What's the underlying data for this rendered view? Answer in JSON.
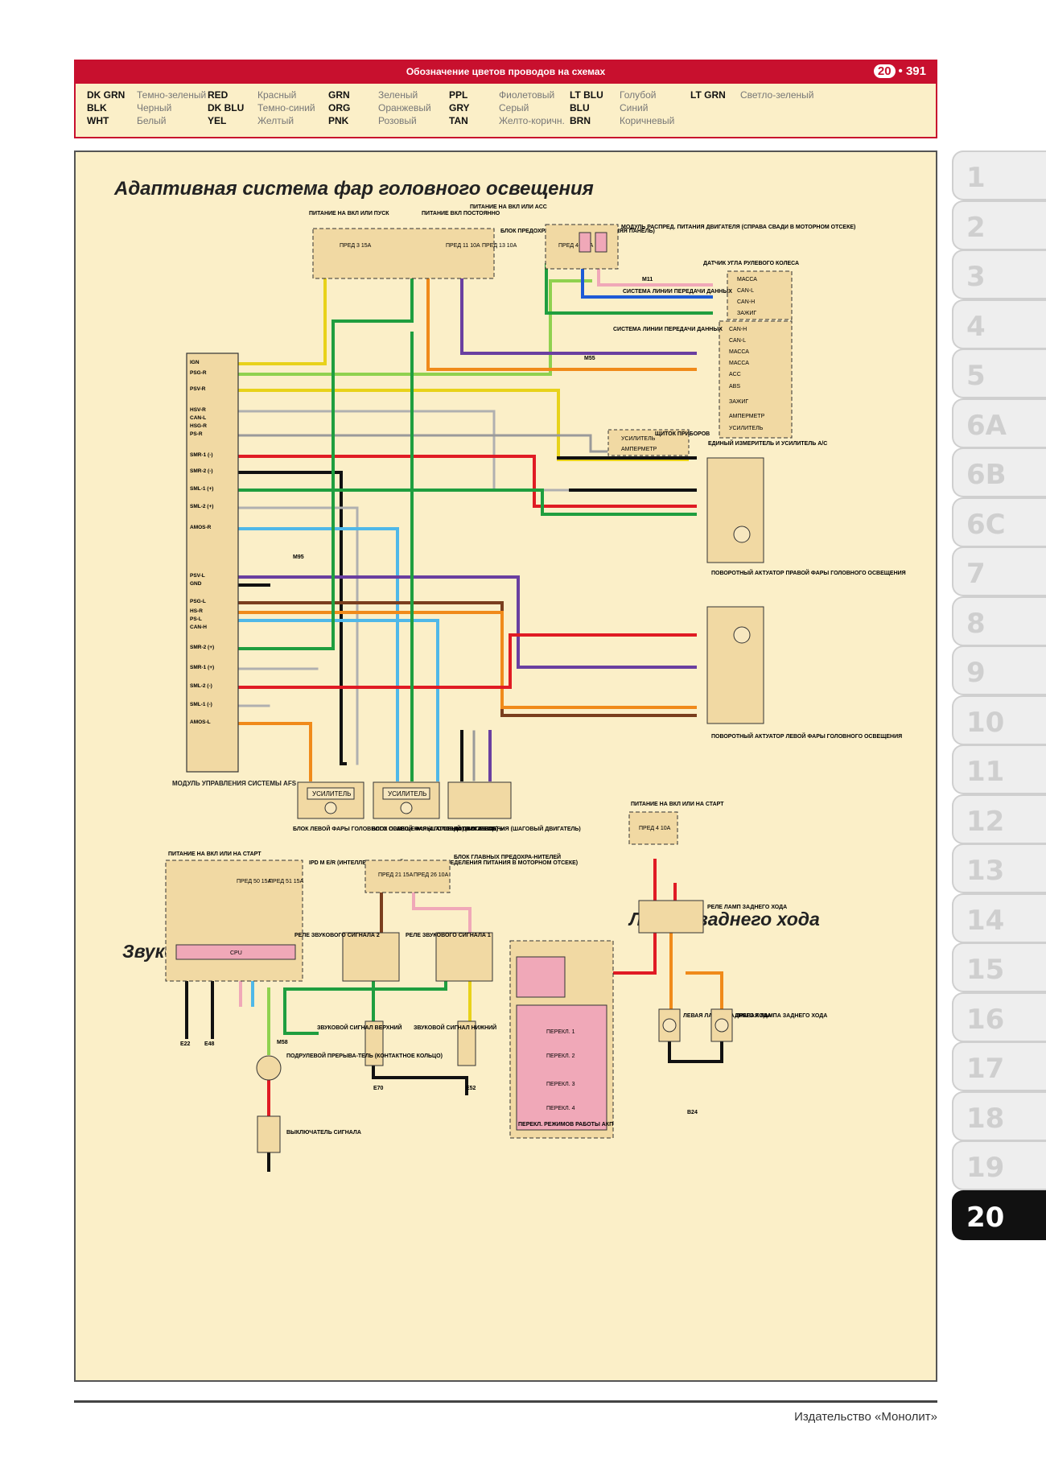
{
  "header": {
    "title": "Обозначение цветов проводов на схемах",
    "chapter": "20",
    "page": "391"
  },
  "legend": [
    {
      "code": "DK GRN",
      "name": "Темно-зеленый"
    },
    {
      "code": "BLK",
      "name": "Черный"
    },
    {
      "code": "WHT",
      "name": "Белый"
    },
    {
      "code": "RED",
      "name": "Красный"
    },
    {
      "code": "DK BLU",
      "name": "Темно-синий"
    },
    {
      "code": "YEL",
      "name": "Желтый"
    },
    {
      "code": "GRN",
      "name": "Зеленый"
    },
    {
      "code": "ORG",
      "name": "Оранжевый"
    },
    {
      "code": "PNK",
      "name": "Розовый"
    },
    {
      "code": "PPL",
      "name": "Фиолетовый"
    },
    {
      "code": "GRY",
      "name": "Серый"
    },
    {
      "code": "TAN",
      "name": "Желто-коричн."
    },
    {
      "code": "LT BLU",
      "name": "Голубой"
    },
    {
      "code": "BLU",
      "name": "Синий"
    },
    {
      "code": "BRN",
      "name": "Коричневый"
    },
    {
      "code": "LT GRN",
      "name": "Светло-зеленый"
    }
  ],
  "sections": {
    "afs": "Адаптивная система фар головного освещения",
    "horn": "Звуковой сигнал",
    "reverse": "Лампы заднего хода"
  },
  "afs_module": {
    "pins": [
      "IGN",
      "PSG-R",
      "PSV-R",
      "HSV-R",
      "CAN-L",
      "HSG-R",
      "PS-R",
      "SMR-1 (-)",
      "SMR-2 (-)",
      "SML-1 (+)",
      "SML-2 (+)",
      "AMOS-R",
      "PSV-L",
      "GND",
      "PSG-L",
      "HS-R",
      "PS-L",
      "CAN-H",
      "SMR-2 (+)",
      "SMR-1 (+)",
      "SML-2 (-)",
      "SML-1 (-)",
      "AMOS-L"
    ],
    "caption": "МОДУЛЬ УПРАВЛЕНИЯ СИСТЕМЫ AFS"
  },
  "labels": {
    "power_ign_start": "ПИТАНИЕ НА ВКЛ ИЛИ ПУСК",
    "power_const": "ПИТАНИЕ ВКЛ ПОСТОЯННО",
    "power_ign_acc": "ПИТАНИЕ НА ВКЛ ИЛИ АСС",
    "fuse_block": "БЛОК ПРЕДОХРА-НИТЕЛЕЙ (ЛЕВАЯ НИЖНЯЯ ПАНЕЛЬ)",
    "fuse_a": "ПРЕД 3 15A",
    "fuse_b": "ПРЕД 11 10A",
    "fuse_c": "ПРЕД 13 10A",
    "fuse_d": "ПРЕД 46 10A",
    "ecm_module": "МОДУЛЬ РАСПРЕД. ПИТАНИЯ ДВИГАТЕЛЯ (СПРАВА СВАДИ В МОТОРНОМ ОТСЕКЕ)",
    "steer_sensor": "ДАТЧИК УГЛА РУЛЕВОГО КОЛЕСА",
    "can_system": "СИСТЕМА ЛИНИИ ПЕРЕДАЧИ ДАННЫХ",
    "massa": "МАССА",
    "can_l": "CAN-L",
    "can_h": "CAN-H",
    "acc": "ACC",
    "abs": "ABS",
    "ignition": "ЗАЖИГ",
    "amplifier": "УСИЛИТЕЛЬ",
    "ammeter": "АМПЕРМЕТР",
    "shield": "ЩИТОК ПРИБОРОВ",
    "unified_meter": "ЕДИНЫЙ ИЗМЕРИТЕЛЬ И УСИЛИТЕЛЬ А/С",
    "right_actuator": "ПОВОРОТНЫЙ АКТУАТОР ПРАВОЙ ФАРЫ ГОЛОВНОГО ОСВЕЩЕНИЯ",
    "left_actuator": "ПОВОРОТНЫЙ АКТУАТОР ЛЕВОЙ ФАРЫ ГОЛОВНОГО ОСВЕЩЕНИЯ",
    "amp_short": "УСИЛИТЕЛЬ",
    "left_headlamp": "БЛОК ЛЕВОЙ ФАРЫ ГОЛОВНОГО ОСВЕЩЕНИЯ (ШАГОВЫЙ ДВИГАТЕЛЬ)",
    "right_headlamp": "БЛОК ПРАВОЙ ФАРЫ ГОЛОВНОГО ОСВЕЩЕНИЯ (ШАГОВЫЙ ДВИГАТЕЛЬ)",
    "height_sensor": "ДАТЧИК ВЫСОТЫ",
    "power_ign_or_start": "ПИТАНИЕ НА ВКЛ ИЛИ НА СТАРТ",
    "ipdm": "IPD M E/R (ИНТЕЛЛЕКТУАЛЬ-НЫЙ МОДУЛЬ РАСПРЕДЕЛЕНИЯ ПИТАНИЯ В МОТОРНОМ ОТСЕКЕ)",
    "main_fuse_block": "БЛОК ГЛАВНЫХ ПРЕДОХРА-НИТЕЛЕЙ",
    "horn_relay_2": "РЕЛЕ ЗВУКОВОГО СИГНАЛА 2",
    "horn_relay_1": "РЕЛЕ ЗВУКОВОГО СИГНАЛА 1",
    "horn_high": "ЗВУКОВОЙ СИГНАЛ ВЕРХНИЙ",
    "horn_low": "ЗВУКОВОЙ СИГНАЛ НИЖНИЙ",
    "clockspring": "ПОДРУЛЕВОЙ ПРЕРЫВА-ТЕЛЬ (КОНТАКТНОЕ КОЛЬЦО)",
    "horn_switch": "ВЫКЛЮЧАТЕЛЬ СИГНАЛА",
    "reverse_relay": "РЕЛЕ ЛАМП ЗАДНЕГО ХОДА",
    "left_reverse_lamp": "ЛЕВАЯ ЛАМПА ЗАДНЕГО ХОДА",
    "right_reverse_lamp": "ПРАВАЯ ЛАМПА ЗАДНЕГО ХОДА",
    "gearbox_modes": "ПЕРЕКЛ. РЕЖИМОВ РАБОТЫ АКП",
    "gear_1": "ПЕРЕКЛ. 1",
    "gear_2": "ПЕРЕКЛ. 2",
    "gear_3": "ПЕРЕКЛ. 3",
    "gear_4": "ПЕРЕКЛ. 4",
    "cpu": "CPU",
    "fuse_r": "ПРЕД 4 10A",
    "fuse_h1": "ПРЕД 50 15A",
    "fuse_h2": "ПРЕД 51 15A",
    "fuse_h3": "ПРЕД 21 15A",
    "fuse_h4": "ПРЕД 26 10A",
    "g_e22": "E22",
    "g_e48": "E48",
    "g_e70": "E70",
    "g_e52": "E52",
    "g_b24": "B24",
    "m11": "M11",
    "m55": "M55",
    "m58": "M58",
    "m95": "M95"
  },
  "wire_colors": {
    "YEL": "#e8d21a",
    "LTGRN": "#8fd14f",
    "GRN": "#1f9e3f",
    "RED": "#e01b24",
    "BLK": "#111111",
    "WHT": "#b0b0b0",
    "LTBLU": "#4fb8e8",
    "BLU": "#1e5bd6",
    "PPL": "#6a3fa0",
    "ORG": "#f08a1a",
    "BRN": "#7a3e1e",
    "PNK": "#f0a8b8",
    "GRY": "#9a9a9a"
  },
  "publisher": "Издательство «Монолит»",
  "tabs": [
    "1",
    "2",
    "3",
    "4",
    "5",
    "6A",
    "6B",
    "6C",
    "7",
    "8",
    "9",
    "10",
    "11",
    "12",
    "13",
    "14",
    "15",
    "16",
    "17",
    "18",
    "19",
    "20"
  ],
  "active_tab": "20"
}
